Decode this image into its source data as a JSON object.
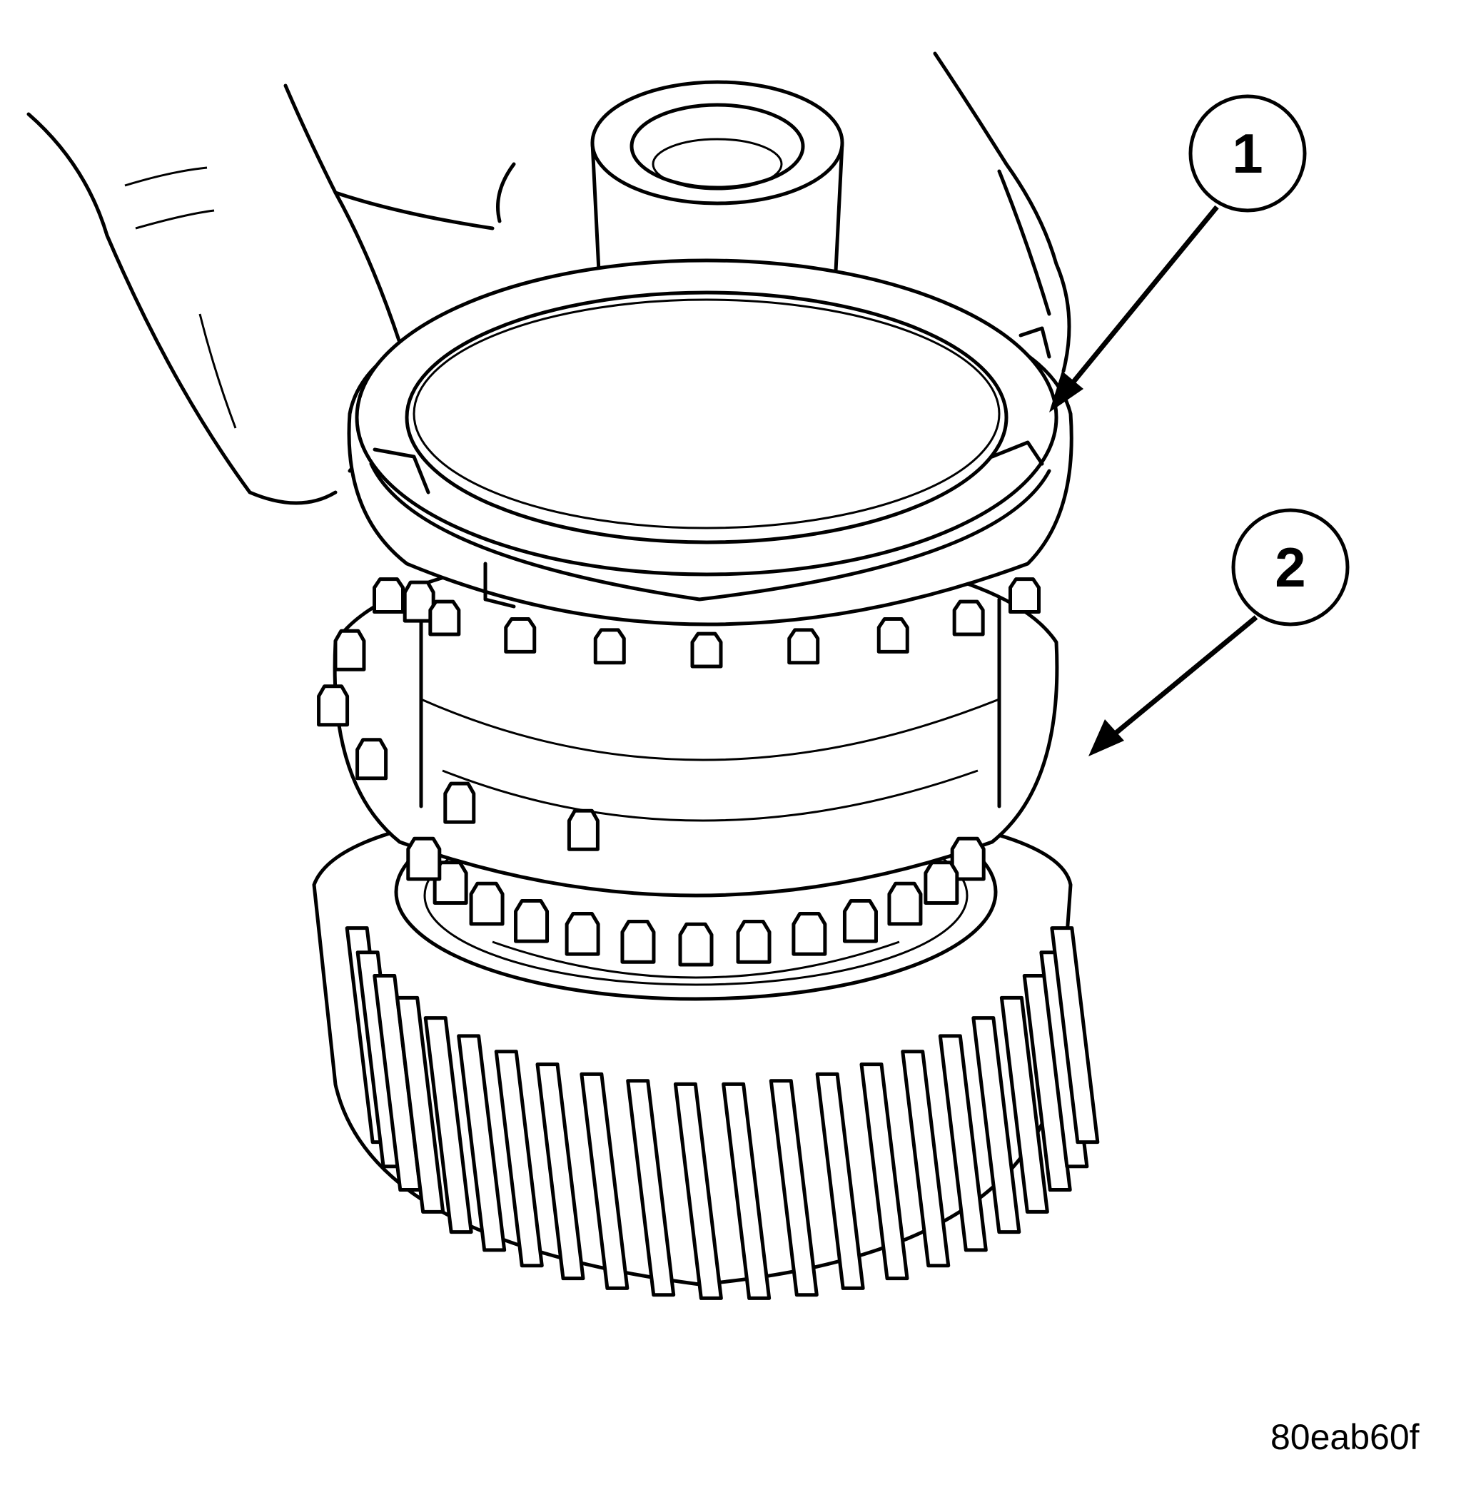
{
  "figure": {
    "id": "80eab60f"
  },
  "callouts": [
    {
      "number": "1"
    },
    {
      "number": "2"
    }
  ]
}
